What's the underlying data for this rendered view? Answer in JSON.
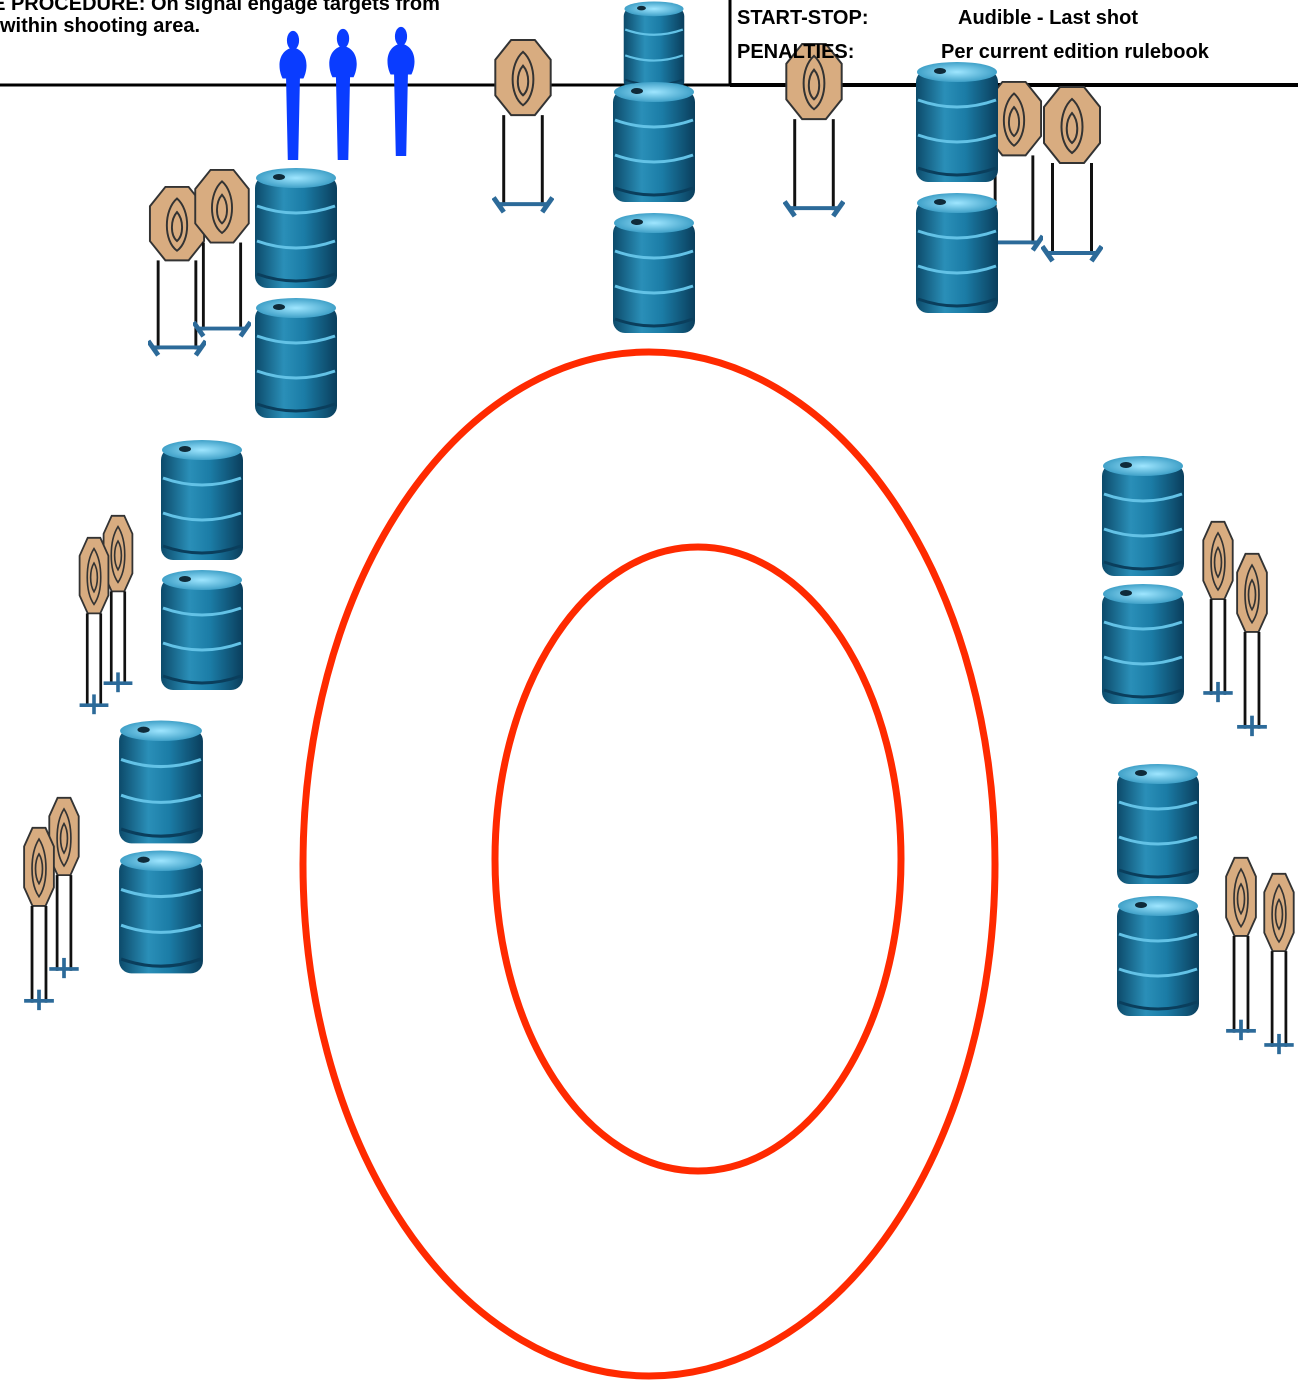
{
  "procedure": {
    "line1": "STAGE PROCEDURE: On signal engage targets from",
    "line2": "within shooting area."
  },
  "info": {
    "start_stop_label": "START-STOP:",
    "start_stop_value": "Audible - Last shot",
    "penalties_label": "PENALTIES:",
    "penalties_value": "Per current edition rulebook"
  },
  "colors": {
    "shooting_area": "#ff2a00",
    "popper": "#0a3cff",
    "target_plate": "#d8ac80",
    "barrel": "#156a94",
    "stand": "#2c6a99"
  },
  "icons": {
    "barrel": "barrel-icon",
    "plate_target": "steel-plate-target-icon",
    "popper": "popper-target-icon"
  }
}
